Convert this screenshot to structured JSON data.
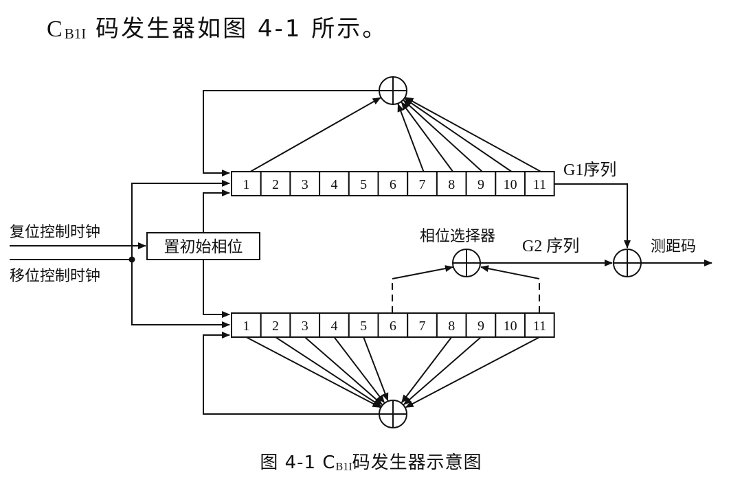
{
  "intro": {
    "prefix": "C",
    "subscript": "B1I",
    "text": " 码发生器如图 4-1 所示。"
  },
  "diagram": {
    "g1_register": {
      "cells": [
        "1",
        "2",
        "3",
        "4",
        "5",
        "6",
        "7",
        "8",
        "9",
        "10",
        "11"
      ],
      "feedback_taps": [
        1,
        7,
        8,
        9,
        10,
        11
      ]
    },
    "g2_register": {
      "cells": [
        "1",
        "2",
        "3",
        "4",
        "5",
        "6",
        "7",
        "8",
        "9",
        "10",
        "11"
      ],
      "feedback_taps": [
        1,
        2,
        3,
        4,
        5,
        8,
        9,
        11
      ],
      "phase_taps": [
        6,
        11
      ]
    },
    "labels": {
      "reset_clock": "复位控制时钟",
      "shift_clock": "移位控制时钟",
      "init_phase": "置初始相位",
      "phase_selector": "相位选择器",
      "g1_sequence": "G1序列",
      "g2_sequence": "G2 序列",
      "ranging_code": "测距码"
    },
    "xor_symbol": "⊕"
  },
  "caption": {
    "prefix": "图 4-1 C",
    "subscript": "B1I",
    "text": "码发生器示意图"
  }
}
